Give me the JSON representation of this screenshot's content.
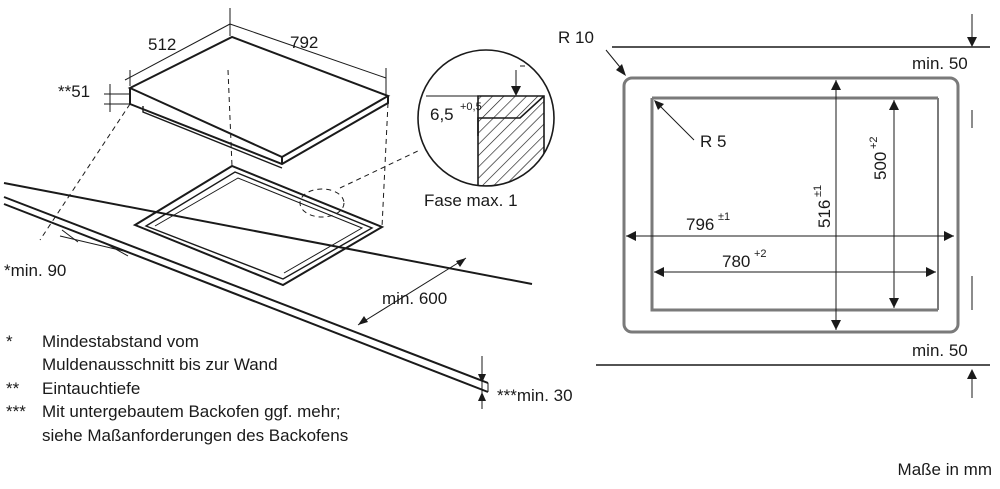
{
  "left": {
    "dim_512": "512",
    "dim_792": "792",
    "dim_51": "**51",
    "min_90": "*min. 90",
    "min_600": "min. 600",
    "min_30": "***min. 30",
    "detail_depth": "6,5",
    "detail_tol": "+0,5",
    "fase": "Fase max. 1"
  },
  "right": {
    "r10": "R 10",
    "r5": "R 5",
    "min_50_top": "min. 50",
    "min_50_bottom": "min. 50",
    "dim_796": "796",
    "dim_796_tol": "±1",
    "dim_780": "780",
    "dim_780_tol": "+2",
    "dim_516": "516",
    "dim_516_tol": "±1",
    "dim_500": "500",
    "dim_500_tol": "+2"
  },
  "notes": [
    {
      "mark": "*",
      "lines": [
        "Mindestabstand vom",
        "Muldenausschnitt bis zur Wand"
      ]
    },
    {
      "mark": "**",
      "lines": [
        "Eintauchtiefe"
      ]
    },
    {
      "mark": "***",
      "lines": [
        "Mit untergebautem Backofen ggf. mehr;",
        "siehe Maßanforderungen des Backofens"
      ]
    }
  ],
  "units_label": "Maße in mm",
  "colors": {
    "line": "#1a1a1a",
    "frame": "#7a7a7a",
    "background": "#ffffff"
  }
}
